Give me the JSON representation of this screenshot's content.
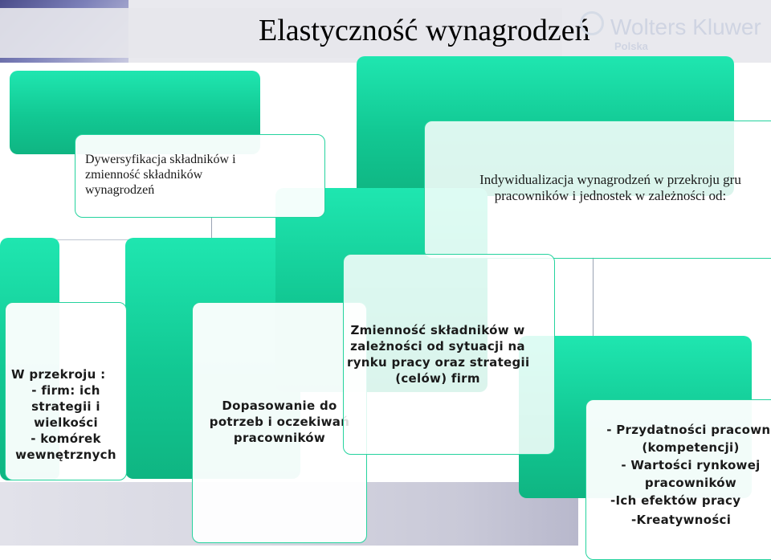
{
  "title": "Elastyczność wynagrodzeń",
  "logo": {
    "brand": "Wolters Kluwer",
    "sub": "Polska"
  },
  "boxes": {
    "diversification": [
      "Dywersyfikacja składników i",
      "zmienność składników",
      "wynagrodzeń"
    ],
    "individualization": [
      "Indywidualizacja wynagrodzeń w przekroju gru",
      "pracowników i jednostek w zależności od:"
    ],
    "cross_section": [
      "W przekroju :",
      "- firm: ich",
      "strategii i",
      "wielkości",
      "- komórek",
      "wewnętrznych"
    ],
    "adjustment": [
      "Dopasowanie do",
      "potrzeb i oczekiwań",
      "pracowników"
    ],
    "variability": [
      "Zmienność składników w",
      "zależności od sytuacji na",
      "rynku pracy oraz strategii",
      "(celów) firm"
    ],
    "criteria": [
      "- Przydatności pracowni",
      "(kompetencji)",
      "- Wartości rynkowej",
      "pracowników",
      "-Ich efektów pracy",
      "-Kreatywności"
    ]
  },
  "colors": {
    "accent": "#12c893",
    "title": "#000000"
  }
}
